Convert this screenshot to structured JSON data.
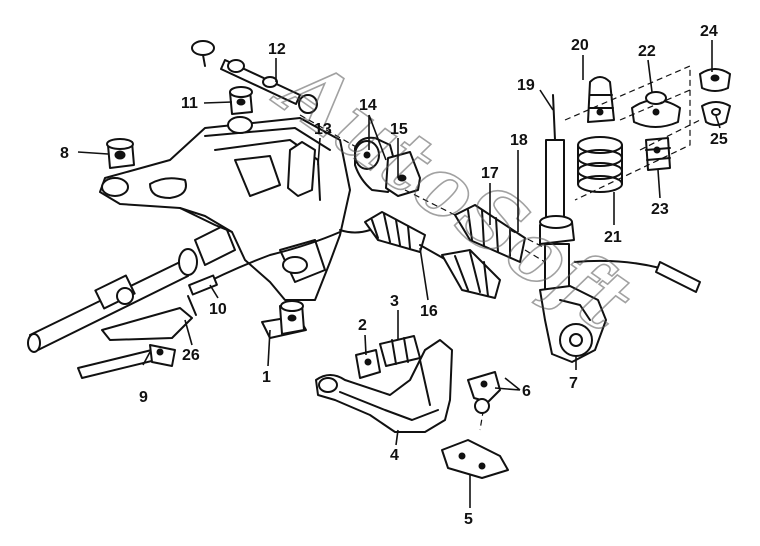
{
  "watermark": "AutoSoft",
  "callouts": [
    {
      "id": "1",
      "label": "1"
    },
    {
      "id": "2",
      "label": "2"
    },
    {
      "id": "3",
      "label": "3"
    },
    {
      "id": "4",
      "label": "4"
    },
    {
      "id": "5",
      "label": "5"
    },
    {
      "id": "6",
      "label": "6"
    },
    {
      "id": "7",
      "label": "7"
    },
    {
      "id": "8",
      "label": "8"
    },
    {
      "id": "9",
      "label": "9"
    },
    {
      "id": "10",
      "label": "10"
    },
    {
      "id": "11",
      "label": "11"
    },
    {
      "id": "12",
      "label": "12"
    },
    {
      "id": "13",
      "label": "13"
    },
    {
      "id": "14",
      "label": "14"
    },
    {
      "id": "15",
      "label": "15"
    },
    {
      "id": "16",
      "label": "16"
    },
    {
      "id": "17",
      "label": "17"
    },
    {
      "id": "18",
      "label": "18"
    },
    {
      "id": "19",
      "label": "19"
    },
    {
      "id": "20",
      "label": "20"
    },
    {
      "id": "21",
      "label": "21"
    },
    {
      "id": "22",
      "label": "22"
    },
    {
      "id": "23",
      "label": "23"
    },
    {
      "id": "24",
      "label": "24"
    },
    {
      "id": "25",
      "label": "25"
    },
    {
      "id": "26",
      "label": "26"
    }
  ]
}
